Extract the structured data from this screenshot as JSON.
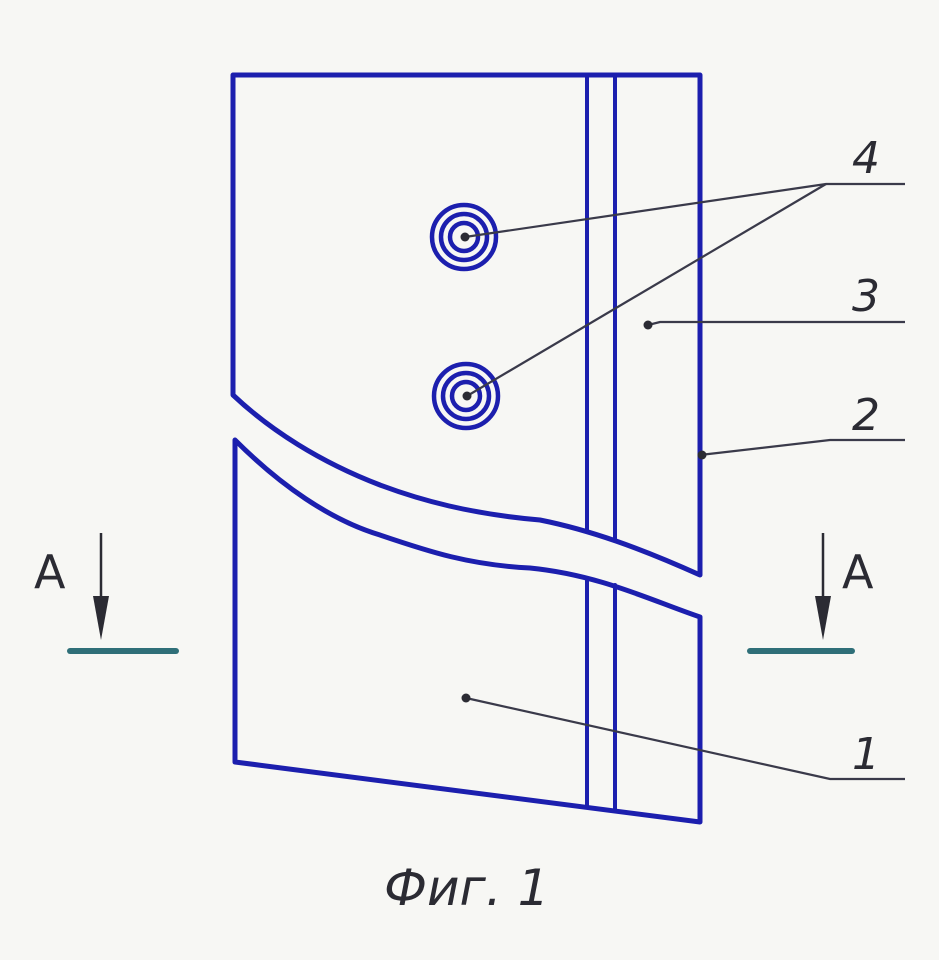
{
  "figure": {
    "caption": "Фиг. 1",
    "section_marker_left": "A",
    "section_marker_right": "A",
    "callouts": [
      "1",
      "2",
      "3",
      "4"
    ]
  },
  "colors": {
    "outline": "#1c1fae",
    "leader": "#3a3a4a",
    "section_line": "#2f6f78",
    "text": "#2b2b33",
    "background": "#f7f7f4"
  }
}
